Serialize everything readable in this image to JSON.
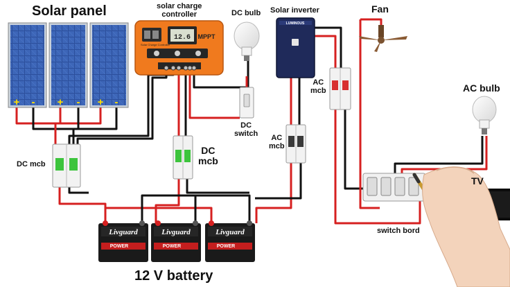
{
  "labels": {
    "solar_panel": "Solar panel",
    "charge_controller": "solar charge\ncontroller",
    "dc_bulb": "DC bulb",
    "solar_inverter": "Solar inverter",
    "fan": "Fan",
    "ac_mcb_top": "AC\nmcb",
    "ac_bulb": "AC bulb",
    "dc_switch": "DC\nswitch",
    "dc_mcb_left": "DC mcb",
    "dc_mcb_mid": "DC\nmcb",
    "ac_mcb_mid": "AC\nmcb",
    "tv": "TV",
    "switch_board": "switch bord",
    "battery_bank": "12 V battery"
  },
  "controller": {
    "display": "12.6",
    "brand": "MPPT",
    "model": "Solar Charge Controller"
  },
  "inverter": {
    "brand": "LUMINOUS"
  },
  "battery": {
    "brand": "Livguard",
    "model": "POWER"
  },
  "panel_terminals": [
    "+",
    "-",
    "+",
    "-",
    "+",
    "-"
  ],
  "colors": {
    "positive_wire": "#d62020",
    "negative_wire": "#111111",
    "panel_blue": "#2c4f9c",
    "controller_orange": "#f07a1e",
    "inverter_navy": "#1f2a5a",
    "mcb_green": "#3cc43c",
    "battery_black": "#1a1a1a"
  }
}
